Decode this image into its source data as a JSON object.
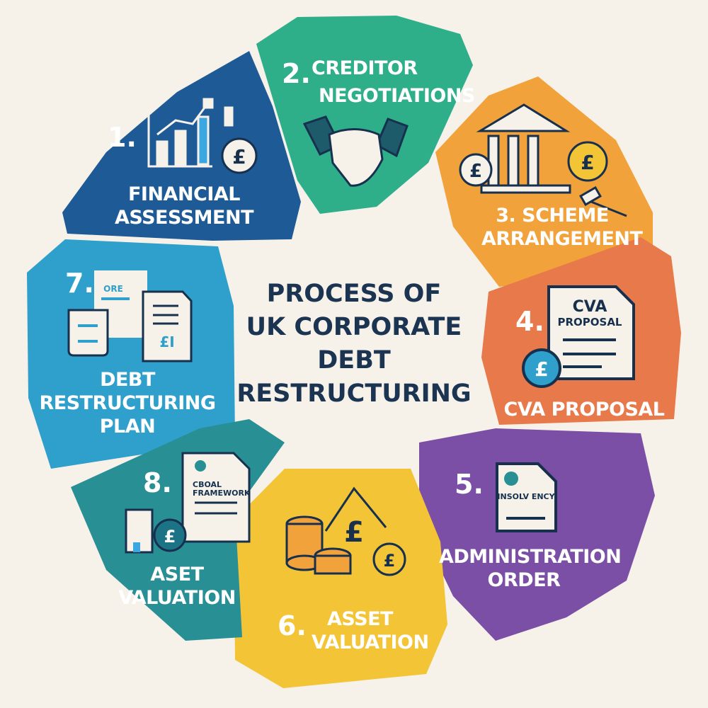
{
  "title": {
    "line1": "PROCESS OF",
    "line2": "UK CORPORATE",
    "line3": "DEBT",
    "line4": "RESTRUCTURING"
  },
  "colors": {
    "step1": "#1d5a96",
    "step2": "#2fae8a",
    "step3": "#f2a23a",
    "step4": "#e8794a",
    "step5": "#7b4fa6",
    "step6": "#f2c436",
    "step7": "#2f9fcb",
    "step8": "#288f94",
    "background": "#f6f2ea",
    "title": "#1b3452"
  },
  "steps": [
    {
      "number": "1.",
      "line1": "FINANCIAL",
      "line2": "ASSESSMENT",
      "icon": "bar-chart-pound-icon"
    },
    {
      "number": "2.",
      "line1": "CREDITOR",
      "line2": "NEGOTIATIONS",
      "icon": "handshake-icon"
    },
    {
      "number": "3.",
      "line1": "SCHEME",
      "line2": "ARRANGEMENT",
      "icon": "courthouse-gavel-icon"
    },
    {
      "number": "4.",
      "line1": "CVA PROPOSAL",
      "icon": "document-pound-icon",
      "doc_line1": "CVA",
      "doc_line2": "PROPOSAL"
    },
    {
      "number": "5.",
      "line1": "ADMINISTRATION",
      "line2": "ORDER",
      "icon": "insolvency-document-icon",
      "doc_text": "INSOLV ENCY"
    },
    {
      "number": "6.",
      "line1": "ASSET",
      "line2": "VALUATION",
      "icon": "coins-house-icon"
    },
    {
      "number": "7.",
      "line1": "DEBT",
      "line2": "RESTRUCTURING",
      "line3": "PLAN",
      "icon": "documents-icon",
      "doc_text": "ORE"
    },
    {
      "number": "8.",
      "line1": "ASET",
      "line2": "VALUATION",
      "icon": "framework-document-icon",
      "doc_line1": "CBOAL",
      "doc_line2": "FRAMEWORK"
    }
  ]
}
